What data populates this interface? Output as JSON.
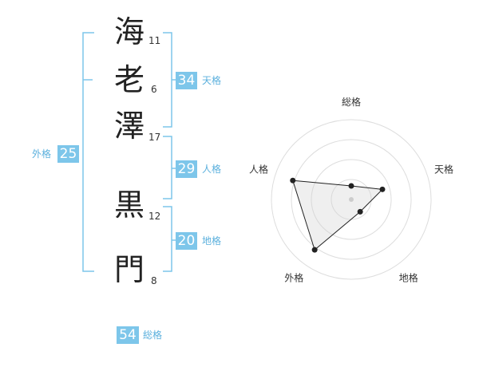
{
  "name_chars": [
    {
      "char": "海",
      "strokes": "11"
    },
    {
      "char": "老",
      "strokes": "6"
    },
    {
      "char": "澤",
      "strokes": "17"
    },
    {
      "char": "黒",
      "strokes": "12"
    },
    {
      "char": "門",
      "strokes": "8"
    }
  ],
  "fortunes": {
    "tenkaku": {
      "value": "34",
      "label": "天格"
    },
    "jinkaku": {
      "value": "29",
      "label": "人格"
    },
    "chikaku": {
      "value": "20",
      "label": "地格"
    },
    "gaikaku": {
      "value": "25",
      "label": "外格"
    },
    "soukaku": {
      "value": "54",
      "label": "総格"
    }
  },
  "colors": {
    "accent": "#7dc6ea",
    "bracket": "#5bb0dd"
  },
  "chart_data": {
    "type": "radar",
    "axes": [
      "総格",
      "天格",
      "地格",
      "外格",
      "人格"
    ],
    "values": [
      0.17,
      0.41,
      0.19,
      0.78,
      0.77
    ],
    "range": [
      0,
      1
    ],
    "rings": 4
  }
}
